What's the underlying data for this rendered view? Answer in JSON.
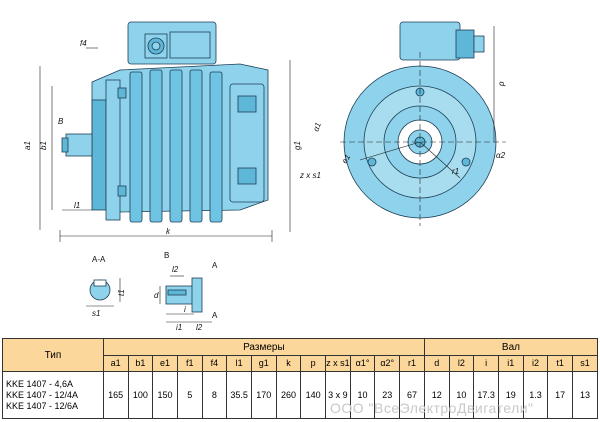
{
  "drawing": {
    "labels": {
      "f4": "f4",
      "a1": "a1",
      "b1": "b1",
      "B": "B",
      "l1": "l1",
      "k": "k",
      "g1": "g1",
      "p": "p",
      "alpha1": "α1",
      "e1": "e1",
      "zxs1": "z x s1",
      "alpha2": "α2",
      "r1": "r1",
      "aa": "A-A",
      "A": "A",
      "d": "d",
      "t1": "t1",
      "s1": "s1",
      "i": "i",
      "i1": "i1",
      "l2": "l2",
      "i2": "i2"
    }
  },
  "table": {
    "type_header": "Тип",
    "dims_header": "Размеры",
    "shaft_header": "Вал",
    "dim_columns": [
      "a1",
      "b1",
      "e1",
      "f1",
      "f4",
      "l1",
      "g1",
      "k",
      "p",
      "z x s1",
      "α1°",
      "α2°",
      "r1"
    ],
    "shaft_columns": [
      "d",
      "l2",
      "i",
      "i1",
      "i2",
      "t1",
      "s1"
    ],
    "types": [
      "KKE 1407 - 4,6A",
      "KKE 1407 - 12/4A",
      "KKE 1407 - 12/6A"
    ],
    "dim_values": [
      "165",
      "100",
      "150",
      "5",
      "8",
      "35.5",
      "170",
      "260",
      "140",
      "3 x 9",
      "10",
      "23",
      "67"
    ],
    "shaft_values": [
      "12",
      "10",
      "17.3",
      "19",
      "1.3",
      "17",
      "13"
    ]
  },
  "watermark": "ООО \"ВсеЭлектроДвигатели\"",
  "colors": {
    "motor_fill": "#8fd2ec",
    "motor_dark": "#5fb7d8",
    "header_fill": "#fbd79b"
  }
}
